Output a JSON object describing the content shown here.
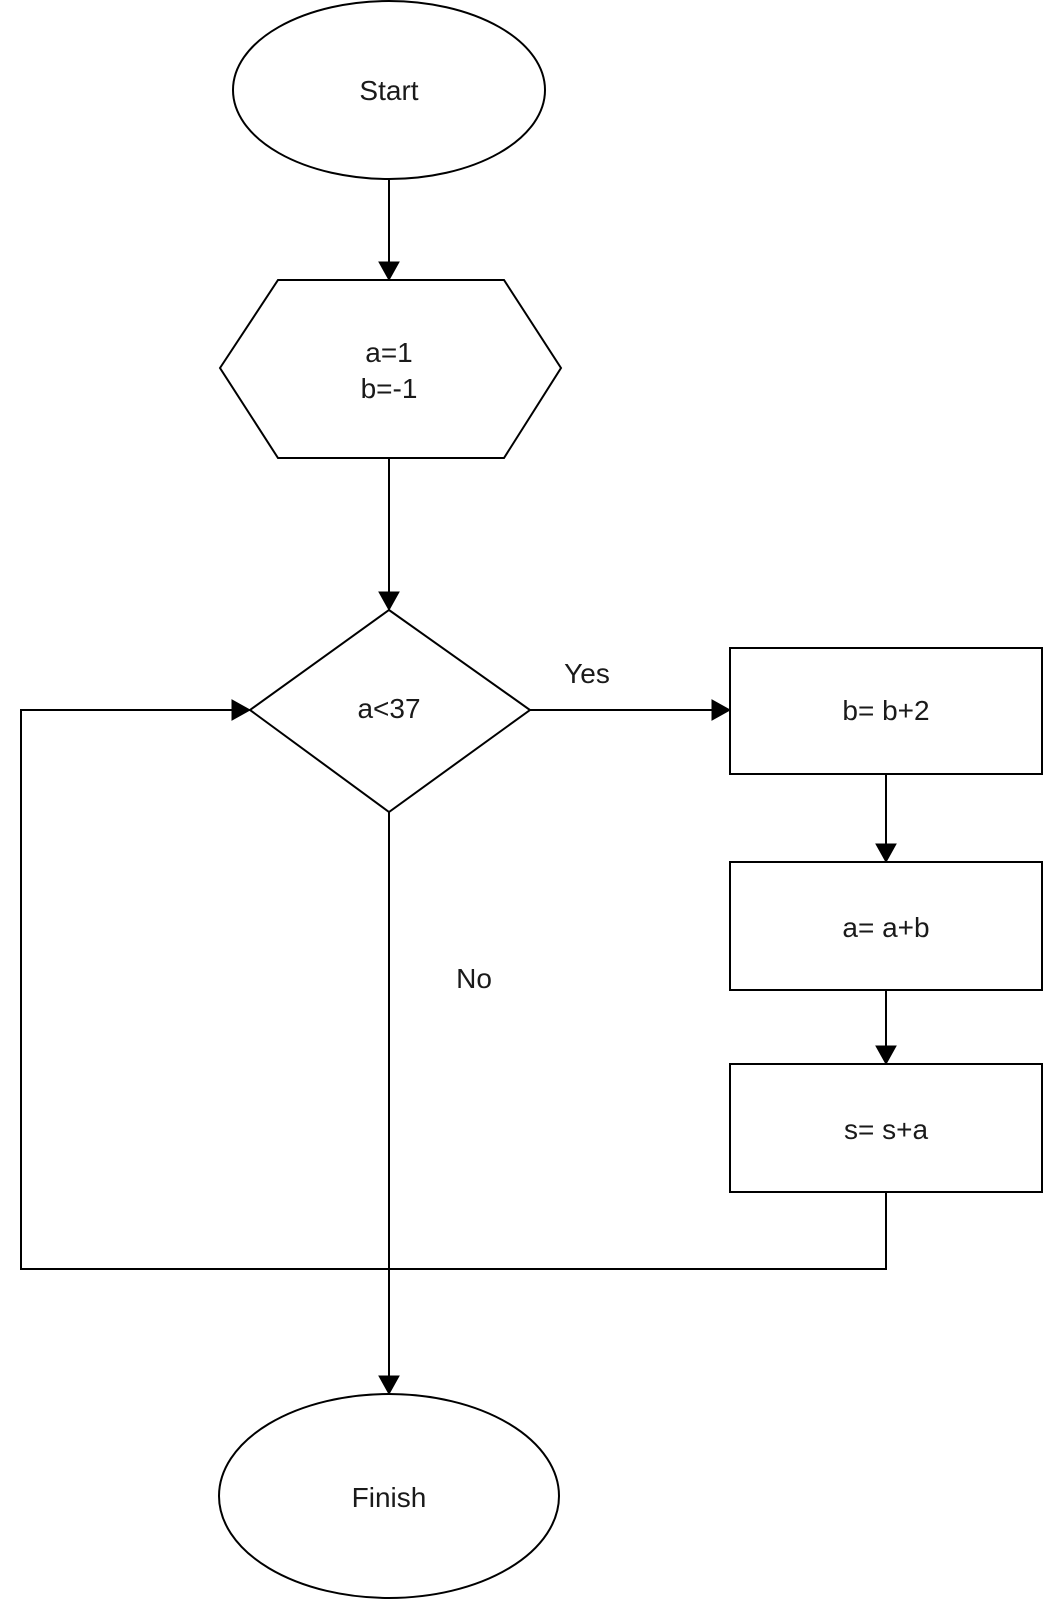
{
  "nodes": {
    "start": {
      "text": "Start"
    },
    "init": {
      "line1": "a=1",
      "line2": "b=-1"
    },
    "condition": {
      "text": "a<37"
    },
    "step_b": {
      "text": "b= b+2"
    },
    "step_a": {
      "text": "a= a+b"
    },
    "step_s": {
      "text": "s= s+a"
    },
    "finish": {
      "text": "Finish"
    }
  },
  "edges": {
    "yes_label": "Yes",
    "no_label": "No"
  }
}
